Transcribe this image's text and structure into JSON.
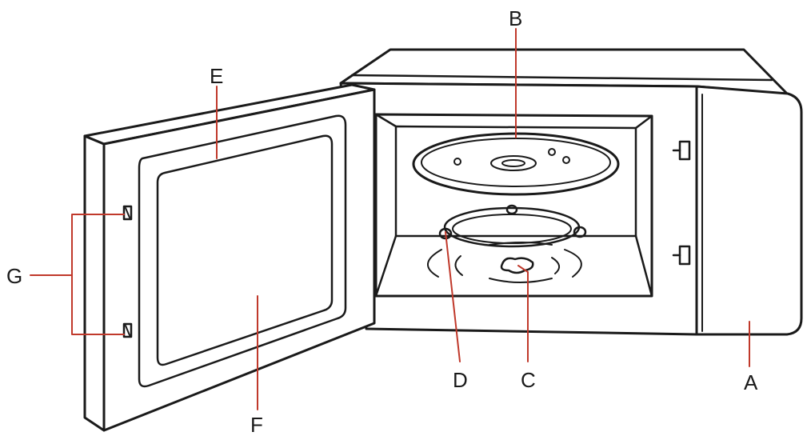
{
  "diagram": {
    "callouts": {
      "A": "A",
      "B": "B",
      "C": "C",
      "D": "D",
      "E": "E",
      "F": "F",
      "G": "G"
    },
    "colors": {
      "outline": "#1a1a1a",
      "leader": "#c0392b",
      "background": "#ffffff"
    }
  }
}
